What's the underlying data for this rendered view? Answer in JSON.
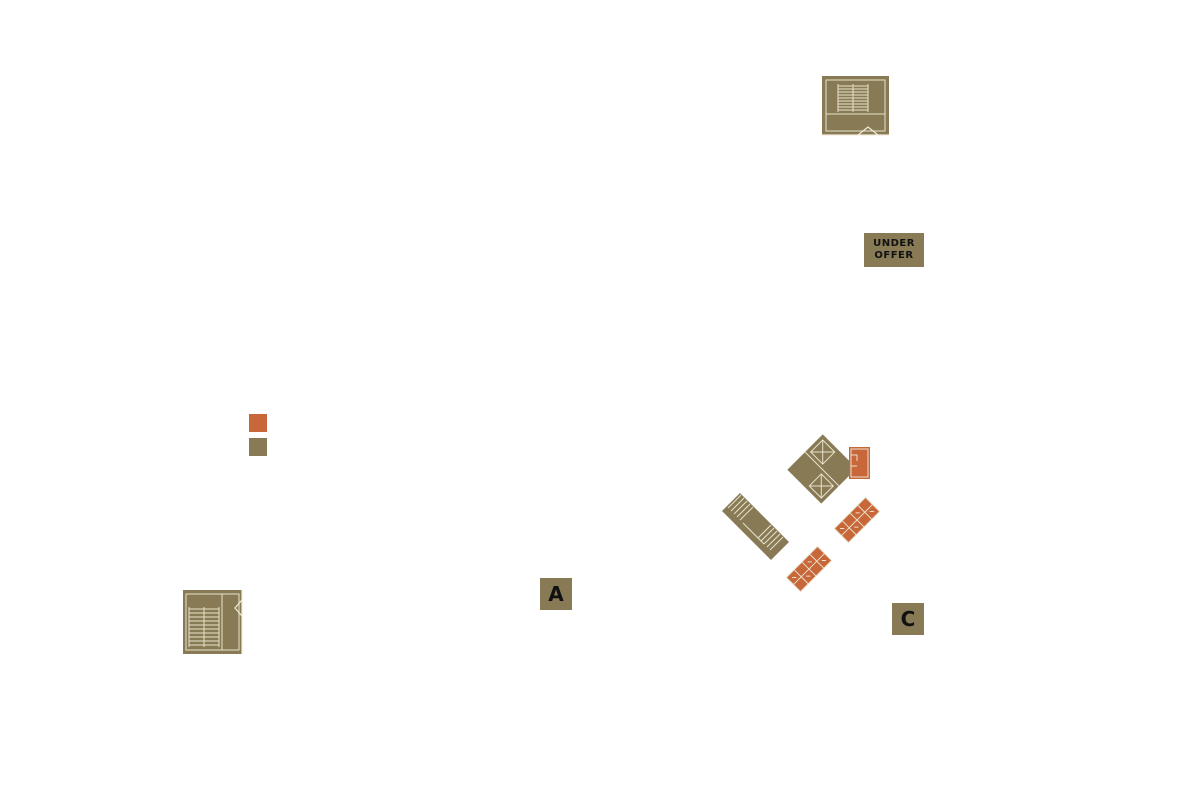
{
  "colors": {
    "core": "#877a55",
    "available": "#c8673a",
    "outline": "#e9e2cc",
    "badge_text": "#111111"
  },
  "labels": {
    "block_a": "A",
    "block_c": "C",
    "under_offer_line1": "UNDER",
    "under_offer_line2": "OFFER"
  },
  "legend": [
    {
      "color_key": "available",
      "icon": "available-swatch"
    },
    {
      "color_key": "core",
      "icon": "under-offer-swatch"
    }
  ],
  "plan_elements": [
    {
      "name": "stair-core-top",
      "kind": "core"
    },
    {
      "name": "stair-core-left",
      "kind": "core"
    },
    {
      "name": "lift-core",
      "kind": "core"
    },
    {
      "name": "l-shaped-stair",
      "kind": "core"
    },
    {
      "name": "unit-small",
      "kind": "available"
    },
    {
      "name": "unit-row-upper",
      "kind": "available"
    },
    {
      "name": "unit-row-lower",
      "kind": "available"
    }
  ]
}
